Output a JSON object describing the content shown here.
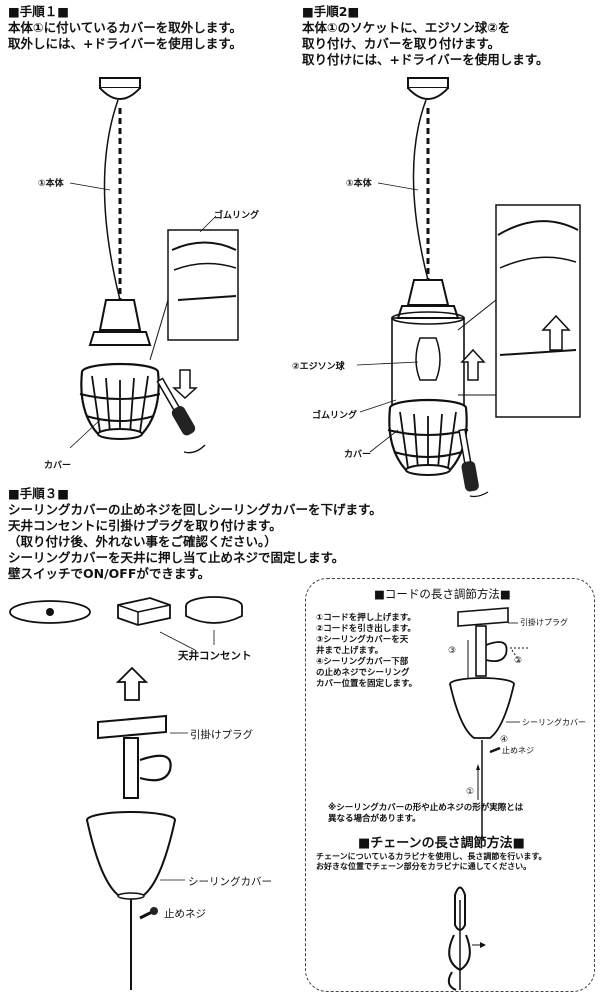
{
  "step1": {
    "heading": "■手順１■",
    "lines": [
      "本体①に付いているカバーを取外します。",
      "取外しには、+ドライバーを使用します。"
    ],
    "label_body": "①本体",
    "label_rubber": "ゴムリング",
    "label_cover": "カバー"
  },
  "step2": {
    "heading": "■手順2■",
    "lines": [
      "本体①のソケットに、エジソン球②を",
      "取り付け、カバーを取り付けます。",
      "取り付けには、+ドライバーを使用します。"
    ],
    "label_body": "①本体",
    "label_bulb": "②エジソン球",
    "label_rubber": "ゴムリング",
    "label_cover": "カバー"
  },
  "step3": {
    "heading": "■手順３■",
    "lines": [
      "シーリングカバーの止めネジを回しシーリングカバーを下げます。",
      "天井コンセントに引掛けプラグを取り付けます。",
      "（取り付け後、外れない事をご確認ください。）",
      "シーリングカバーを天井に押し当て止めネジで固定します。",
      "壁スイッチでON/OFFができます。"
    ],
    "label_outlet": "天井コンセント",
    "label_plug": "引掛けプラグ",
    "label_cover": "シーリングカバー",
    "label_screw": "止めネジ"
  },
  "cord_box": {
    "title": "■コードの長さ調節方法■",
    "steps": [
      "①コードを押し上げます。",
      "②コードを引き出します。",
      "③シーリングカバーを天",
      "井まで上げます。",
      "④シーリングカバー下部",
      "の止めネジでシーリング",
      "カバー位置を固定します。"
    ],
    "label_plug": "引掛けプラグ",
    "label_cover": "シーリングカバー",
    "label_screw": "止めネジ",
    "num1": "①",
    "num2": "②",
    "num3": "③",
    "num4": "④",
    "note_lines": [
      "※シーリングカバーの形や止めネジの形が実際とは",
      "異なる場合があります。"
    ]
  },
  "chain_box": {
    "title": "■チェーンの長さ調節方法■",
    "lines": [
      "チェーンについているカラビナを使用し、長さ調節を行います。",
      "お好きな位置でチェーン部分をカラビナに通してください。"
    ]
  }
}
